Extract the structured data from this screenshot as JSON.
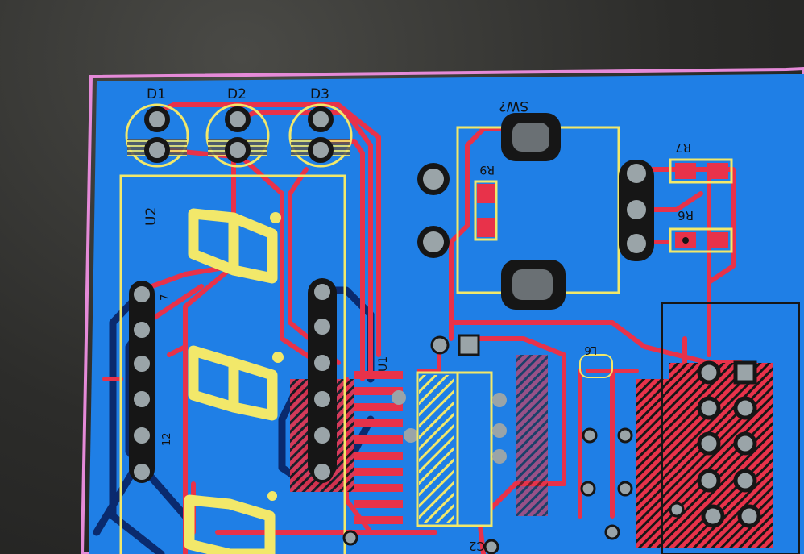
{
  "board": {
    "refs": {
      "d1": "D1",
      "d2": "D2",
      "d3": "D3",
      "u2": "U2",
      "sw": "SW?",
      "r7": "R7",
      "r6": "R6",
      "r9": "R9",
      "u1": "U1",
      "c2": "C2",
      "pin7": "7",
      "pin12": "12",
      "l6": "L6"
    },
    "colors": {
      "copper_top": "#e8324a",
      "copper_bottom": "#0a2a6e",
      "board_fill": "#1f7fe6",
      "silkscreen": "#f2e86a",
      "outline": "#e58ad8",
      "pad": "#9aa4a8"
    }
  }
}
